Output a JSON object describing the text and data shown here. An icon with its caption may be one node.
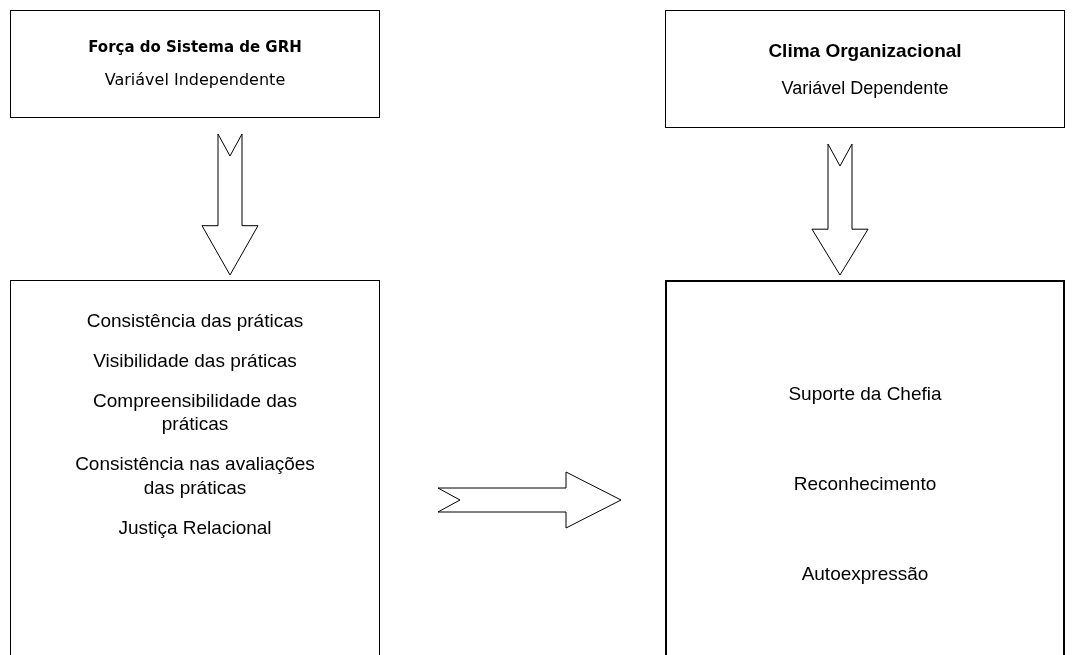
{
  "diagram": {
    "nodes": [
      {
        "text": [
          "Força do Sistema de GRH",
          "Variável Independente"
        ]
      },
      {
        "text": [
          "Clima Organizacional",
          "Variável Dependente"
        ]
      },
      {
        "text": [
          "Consistência das práticas",
          "Visibilidade das práticas",
          "Compreensibilidade das práticas",
          "Consistência nas avaliações das práticas",
          "Justiça Relacional"
        ]
      },
      {
        "text": [
          "Suporte da Chefia",
          "Reconhecimento",
          "Autoexpressão"
        ]
      }
    ],
    "edges": [
      {
        "from": 0,
        "to": 2,
        "arrow": "to"
      },
      {
        "from": 1,
        "to": 3,
        "arrow": "to"
      },
      {
        "from": 2,
        "to": 3,
        "arrow": "to"
      }
    ]
  }
}
